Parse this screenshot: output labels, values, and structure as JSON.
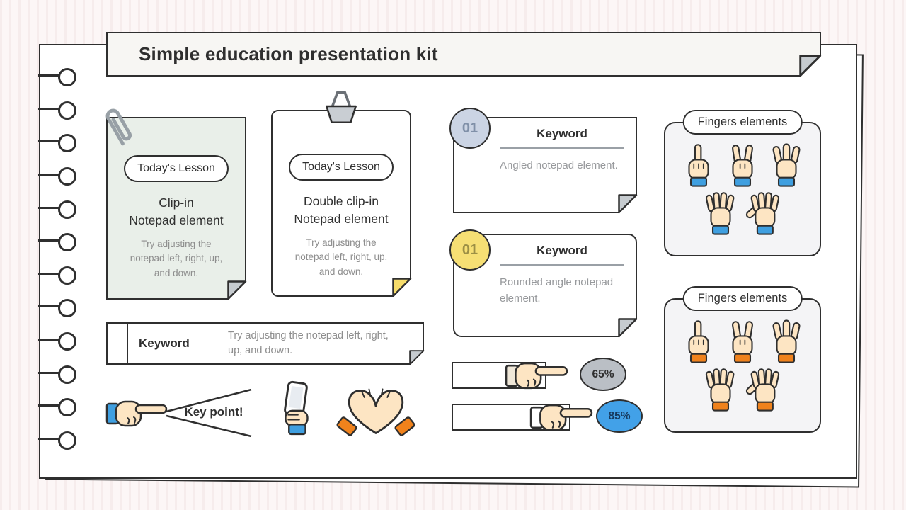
{
  "title_bar": {
    "title": "Simple education presentation kit"
  },
  "notepad_clip": {
    "pill": "Today's Lesson",
    "heading": "Clip-in\nNotepad element",
    "body": "Try adjusting the notepad left, right, up, and down."
  },
  "notepad_double": {
    "pill": "Today's Lesson",
    "heading": "Double clip-in\nNotepad element",
    "body": "Try adjusting the notepad left, right, up, and down."
  },
  "keyword_banner": {
    "label": "Keyword",
    "body": "Try adjusting the notepad left, right, up, and down."
  },
  "notepad_angled": {
    "badge": "01",
    "heading": "Keyword",
    "body": "Angled notepad element."
  },
  "notepad_rounded": {
    "badge": "01",
    "heading": "Keyword",
    "body": "Rounded angle notepad element."
  },
  "key_point": {
    "label": "Key point!"
  },
  "progress_bars": [
    {
      "value": "65%"
    },
    {
      "value": "85%"
    }
  ],
  "fingers_box_1": {
    "label": "Fingers elements"
  },
  "fingers_box_2": {
    "label": "Fingers elements"
  },
  "colors": {
    "ink": "#2f2f2f",
    "muted_text": "#8e8e8e",
    "accent_blue": "#3f9fe0",
    "accent_orange": "#f0821c",
    "accent_yellow": "#f7dd6b",
    "fold_gray": "#c6cbcf",
    "green_notepad": "#e9efe9",
    "badge_bluegray": "#cbd4e4",
    "badge_65_gray": "#babfc5",
    "badge_85_blue": "#42a1e8",
    "skin": "#fde5c3"
  }
}
